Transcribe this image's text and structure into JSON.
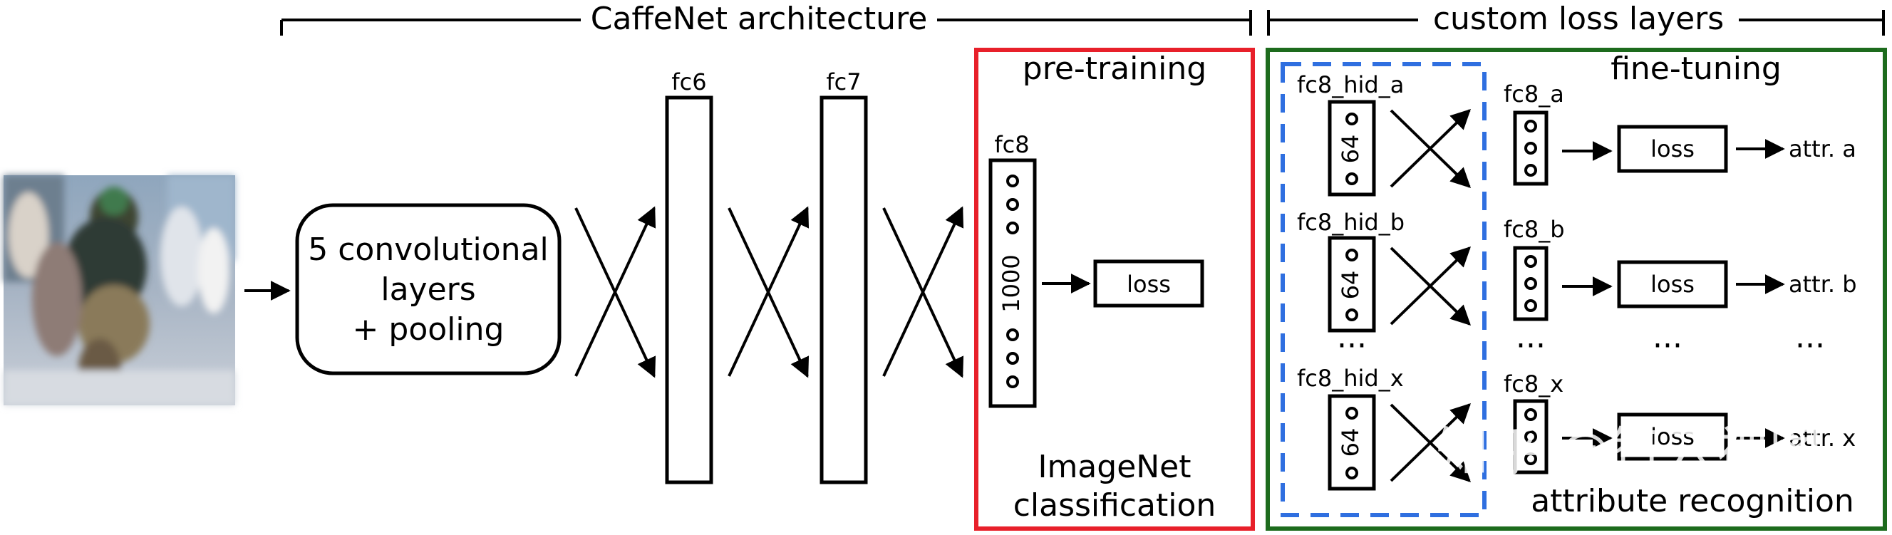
{
  "header": {
    "caffenet_label": "CaffeNet architecture",
    "custom_label": "custom loss layers"
  },
  "blocks": {
    "conv_line1": "5 convolutional",
    "conv_line2": "layers",
    "conv_line3": "+ pooling",
    "fc6": "fc6",
    "fc7": "fc7"
  },
  "pretraining": {
    "title": "pre-training",
    "fc8_label": "fc8",
    "fc8_size": "1000",
    "loss": "loss",
    "caption_line1": "ImageNet",
    "caption_line2": "classification"
  },
  "finetuning": {
    "title": "fine-tuning",
    "caption": "attribute recognition",
    "hidden_size": "64",
    "ellipsis": "···",
    "branches": [
      {
        "hid_label": "fc8_hid_a",
        "out_label": "fc8_a",
        "loss": "loss",
        "attr": "attr. a"
      },
      {
        "hid_label": "fc8_hid_b",
        "out_label": "fc8_b",
        "loss": "loss",
        "attr": "attr. b"
      },
      {
        "hid_label": "fc8_hid_x",
        "out_label": "fc8_x",
        "loss": "loss",
        "attr": "attr. x"
      }
    ]
  },
  "colors": {
    "pretraining_border": "#e8202a",
    "finetuning_border": "#1d6b1d",
    "hidden_group_border": "#2f6fe0"
  },
  "watermark": "知乎 @智云视图"
}
